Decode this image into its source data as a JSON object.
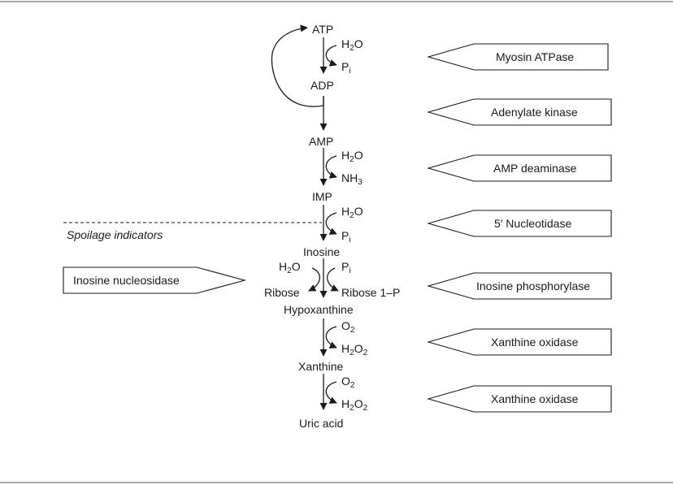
{
  "compounds": {
    "atp": "ATP",
    "adp": "ADP",
    "amp": "AMP",
    "imp": "IMP",
    "inosine": "Inosine",
    "ribose": "Ribose",
    "ribose_1p": "Ribose 1–P",
    "hypoxanthine": "Hypoxanthine",
    "xanthine": "Xanthine",
    "uric_acid": "Uric acid"
  },
  "cofactors": {
    "h2o": "H",
    "o": "O",
    "two": "2",
    "h2o_sub": "2",
    "pi": "P",
    "pi_sub": "i",
    "nh3": "NH",
    "nh3_sub": "3",
    "o2": "O",
    "o2_sub": "2",
    "h2o2_h": "H",
    "h2o2_o": "O"
  },
  "enzymes": {
    "myosin_atpase": "Myosin ATPase",
    "adenylate_kinase": "Adenylate kinase",
    "amp_deaminase": "AMP deaminase",
    "nucleotidase": "5′ Nucleotidase",
    "inosine_phosphorylase": "Inosine phosphorylase",
    "xanthine_oxidase_1": "Xanthine oxidase",
    "xanthine_oxidase_2": "Xanthine oxidase",
    "inosine_nucleosidase": "Inosine nucleosidase"
  },
  "spoilage_label": "Spoilage indicators",
  "colors": {
    "ink": "#1a1a1a",
    "rule": "#555555"
  }
}
